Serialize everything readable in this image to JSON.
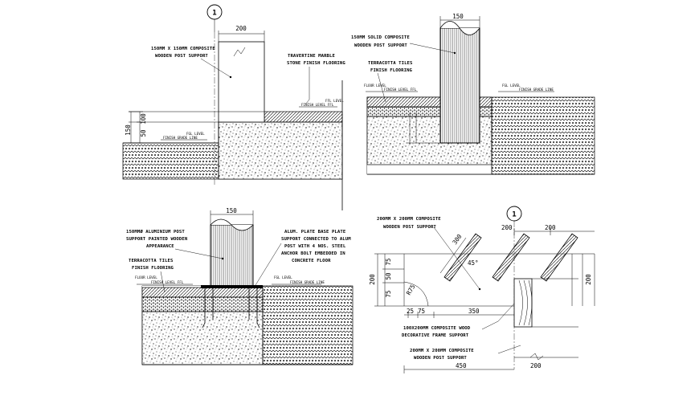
{
  "drawing": {
    "background": "#ffffff",
    "ink": "#000000"
  },
  "detail_a": {
    "bubble": "1",
    "dim_top": "200",
    "dim_left_total": "150",
    "dim_left_upper": "100",
    "dim_left_lower": "50",
    "post_note_1": "150MM X 150MM COMPOSITE",
    "post_note_2": "WOODEN POST SUPPORT",
    "floor_note_1": "TRAVERTINE MARBLE",
    "floor_note_2": "STONE FINISH FLOORING",
    "ffl_tag": "FFL LEVEL",
    "ffl_text": "FINISH LEVEL FFL",
    "fgl_tag": "FGL LEVEL",
    "fgl_text": "FINISH GRADE LINE"
  },
  "detail_b": {
    "dim_top": "150",
    "post_note_1": "150MM SOLID COMPOSITE",
    "post_note_2": "WOODEN POST SUPPORT",
    "tile_note_1": "TERRACOTTA TILES",
    "tile_note_2": "FINISH FLOORING",
    "floor_tag": "FLOOR LEVEL",
    "ffl_text": "FINISH LEVEL FFL",
    "fgl_tag": "FGL LEVEL",
    "fgl_text": "FINISH GRADE LINE"
  },
  "detail_c": {
    "dim_top": "150",
    "post_note_1": "150MMØ ALUMINIUM POST",
    "post_note_2": "SUPPORT PAINTED WOODEN",
    "post_note_3": "APPEARANCE",
    "plate_note_1": "ALUM. PLATE BASE PLATE",
    "plate_note_2": "SUPPORT CONNECTED TO ALUM",
    "plate_note_3": "POST WITH 4 NOS. STEEL",
    "plate_note_4": "ANCHOR BOLT EMBEDDED IN",
    "plate_note_5": "CONCRETE FLOOR",
    "tile_note_1": "TERRACOTTA TILES",
    "tile_note_2": "FINISH FLOORING",
    "floor_tag": "FLOOR LEVEL",
    "ffl_text": "FINISH LEVEL FFL",
    "fgl_tag": "FGL LEVEL",
    "fgl_text": "FINISH GRADE LINE"
  },
  "detail_d": {
    "bubble": "1",
    "post_note_1": "200MM X 200MM COMPOSITE",
    "post_note_2": "WOODEN POST SUPPORT",
    "frame_note_1": "100X200MM COMPOSITE WOOD",
    "frame_note_2": "DECORATIVE FRAME SUPPORT",
    "post2_note_1": "200MM X 200MM COMPOSITE",
    "post2_note_2": "WOODEN POST SUPPORT",
    "dim_top_1": "200",
    "dim_top_2": "200",
    "dim_diag_1": "300",
    "dim_diag_2": "45°",
    "dim_left_total": "200",
    "dim_left_a": "75",
    "dim_left_b": "50",
    "dim_left_c": "75",
    "dim_radius": "R75",
    "dim_bottom_a": "25",
    "dim_bottom_b": "75",
    "dim_bottom_c": "350",
    "dim_right": "200",
    "dim_overall": "450",
    "dim_bottom_right": "200"
  }
}
